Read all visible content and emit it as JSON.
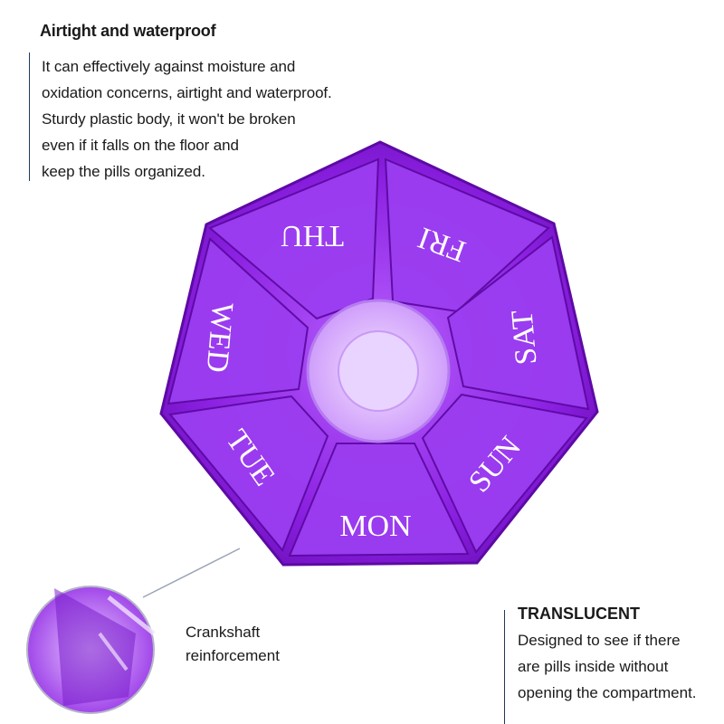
{
  "top_block": {
    "heading": "Airtight and waterproof",
    "lines": [
      "It can effectively against moisture and",
      "oxidation concerns, airtight and waterproof.",
      "Sturdy plastic body, it won't be broken",
      "even if it falls on the floor and",
      "keep the pills organized."
    ]
  },
  "translucent_block": {
    "heading": "TRANSLUCENT",
    "lines": [
      "Designed to see if there",
      "are pills inside without",
      "opening the compartment."
    ]
  },
  "crank_label": {
    "lines": [
      "Crankshaft",
      "reinforcement"
    ]
  },
  "pill_box": {
    "days": [
      "THU",
      "FRI",
      "SAT",
      "SUN",
      "MON",
      "TUE",
      "WED"
    ],
    "color": "#8a2be2"
  }
}
